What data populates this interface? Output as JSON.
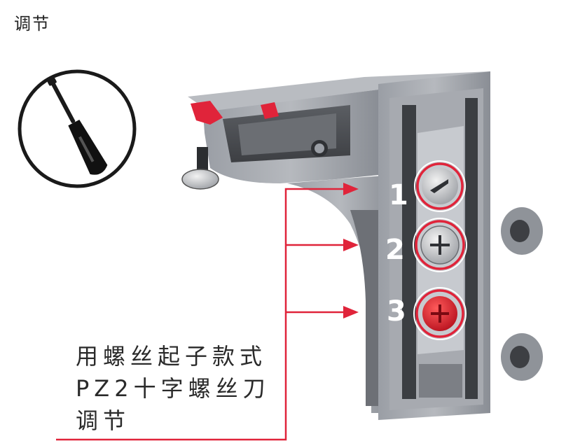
{
  "heading": "调节",
  "icon": "screwdriver-icon",
  "callouts": [
    "1",
    "2",
    "3"
  ],
  "caption": [
    "用螺丝起子款式",
    "PZ2十字螺丝刀",
    "调节"
  ],
  "colors": {
    "accent_red": "#e0243a",
    "bracket_gray": "#8e9299",
    "bracket_dark": "#4a4d52"
  }
}
